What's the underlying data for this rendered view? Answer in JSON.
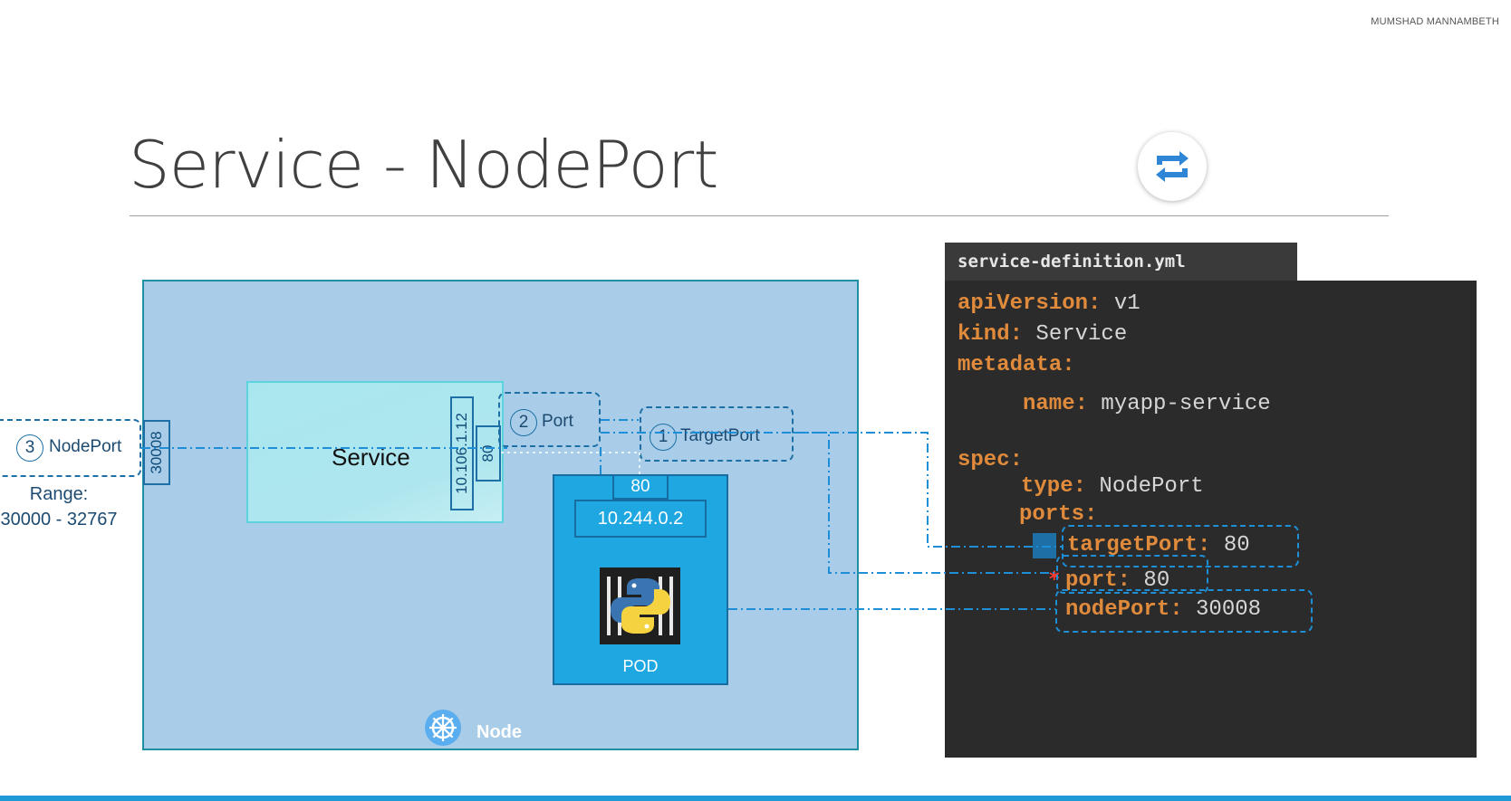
{
  "header": {
    "author": "MUMSHAD MANNAMBETH"
  },
  "slide": {
    "title": "Service - NodePort"
  },
  "diagram": {
    "node_label": "Node",
    "service_label": "Service",
    "service_ip": "10.106.1.12",
    "service_port": "80",
    "node_port": "30008",
    "callouts": {
      "nodeport": {
        "number": "3",
        "label": "NodePort"
      },
      "port": {
        "number": "2",
        "label": "Port"
      },
      "targetport": {
        "number": "1",
        "label": "TargetPort"
      }
    },
    "range": {
      "label": "Range:",
      "value": "30000 - 32767"
    },
    "pod": {
      "port": "80",
      "ip": "10.244.0.2",
      "label": "POD"
    }
  },
  "yaml": {
    "filename": "service-definition.yml",
    "lines": {
      "apiVersion": {
        "key": "apiVersion:",
        "value": "v1"
      },
      "kind": {
        "key": "kind:",
        "value": "Service"
      },
      "metadata": {
        "key": "metadata:"
      },
      "name": {
        "key": "name:",
        "value": "myapp-service"
      },
      "spec": {
        "key": "spec:"
      },
      "type": {
        "key": "type:",
        "value": "NodePort"
      },
      "ports": {
        "key": "ports:"
      },
      "targetPort": {
        "key": "targetPort:",
        "value": "80"
      },
      "port": {
        "key": "port:",
        "value": "80"
      },
      "nodePort": {
        "key": "nodePort:",
        "value": "30008"
      }
    }
  },
  "icons": {
    "swap": "swap-arrows-icon",
    "kubernetes": "kubernetes-helm-icon",
    "python_container": "python-container-icon"
  },
  "colors": {
    "accent": "#1e9ad6",
    "node_bg": "#a9cde8",
    "pod_bg": "#1ea7e0",
    "yaml_key": "#e08a3c",
    "yaml_bg": "#2b2b2b"
  }
}
